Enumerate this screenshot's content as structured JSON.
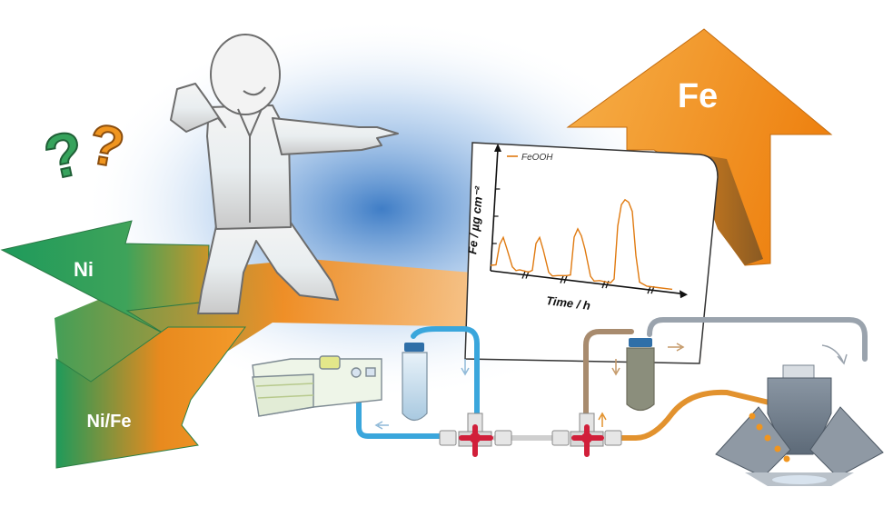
{
  "arrows": {
    "fe": "Fe",
    "ni": "Ni",
    "nife": "Ni/Fe"
  },
  "question_marks": [
    "?",
    "?"
  ],
  "colors": {
    "fe_orange": "#f28c1a",
    "ni_green": "#2f9e5a",
    "flow_blue": "#1f63b0",
    "tubing_blue": "#3aa6dc",
    "tubing_brown": "#a88b6e",
    "tubing_orange": "#e2922e",
    "valve_red": "#d11f3a",
    "trace_orange": "#e07a10"
  },
  "chart_data": {
    "type": "line",
    "title": "",
    "xlabel": "Time / h",
    "ylabel": "Fe / µg cm⁻²",
    "x_axis_breaks": 4,
    "ylim": [
      0,
      1
    ],
    "xlim": [
      0,
      100
    ],
    "y_units_note": "",
    "series": [
      {
        "name": "FeOOH",
        "x": [
          0,
          3,
          5,
          7,
          9,
          12,
          14,
          16,
          21,
          23,
          25,
          27,
          29,
          32,
          34,
          37,
          42,
          44,
          46,
          48,
          50,
          52,
          55,
          57,
          60,
          66,
          68,
          70,
          72,
          74,
          76,
          78,
          80,
          82,
          86,
          92,
          100
        ],
        "y": [
          0.05,
          0.06,
          0.25,
          0.32,
          0.22,
          0.06,
          0.03,
          0.04,
          0.03,
          0.05,
          0.3,
          0.36,
          0.25,
          0.05,
          0.02,
          0.03,
          0.04,
          0.05,
          0.4,
          0.48,
          0.42,
          0.3,
          0.06,
          0.02,
          0.03,
          0.02,
          0.06,
          0.55,
          0.75,
          0.8,
          0.78,
          0.7,
          0.3,
          0.06,
          0.03,
          0.03,
          0.03
        ]
      }
    ]
  }
}
